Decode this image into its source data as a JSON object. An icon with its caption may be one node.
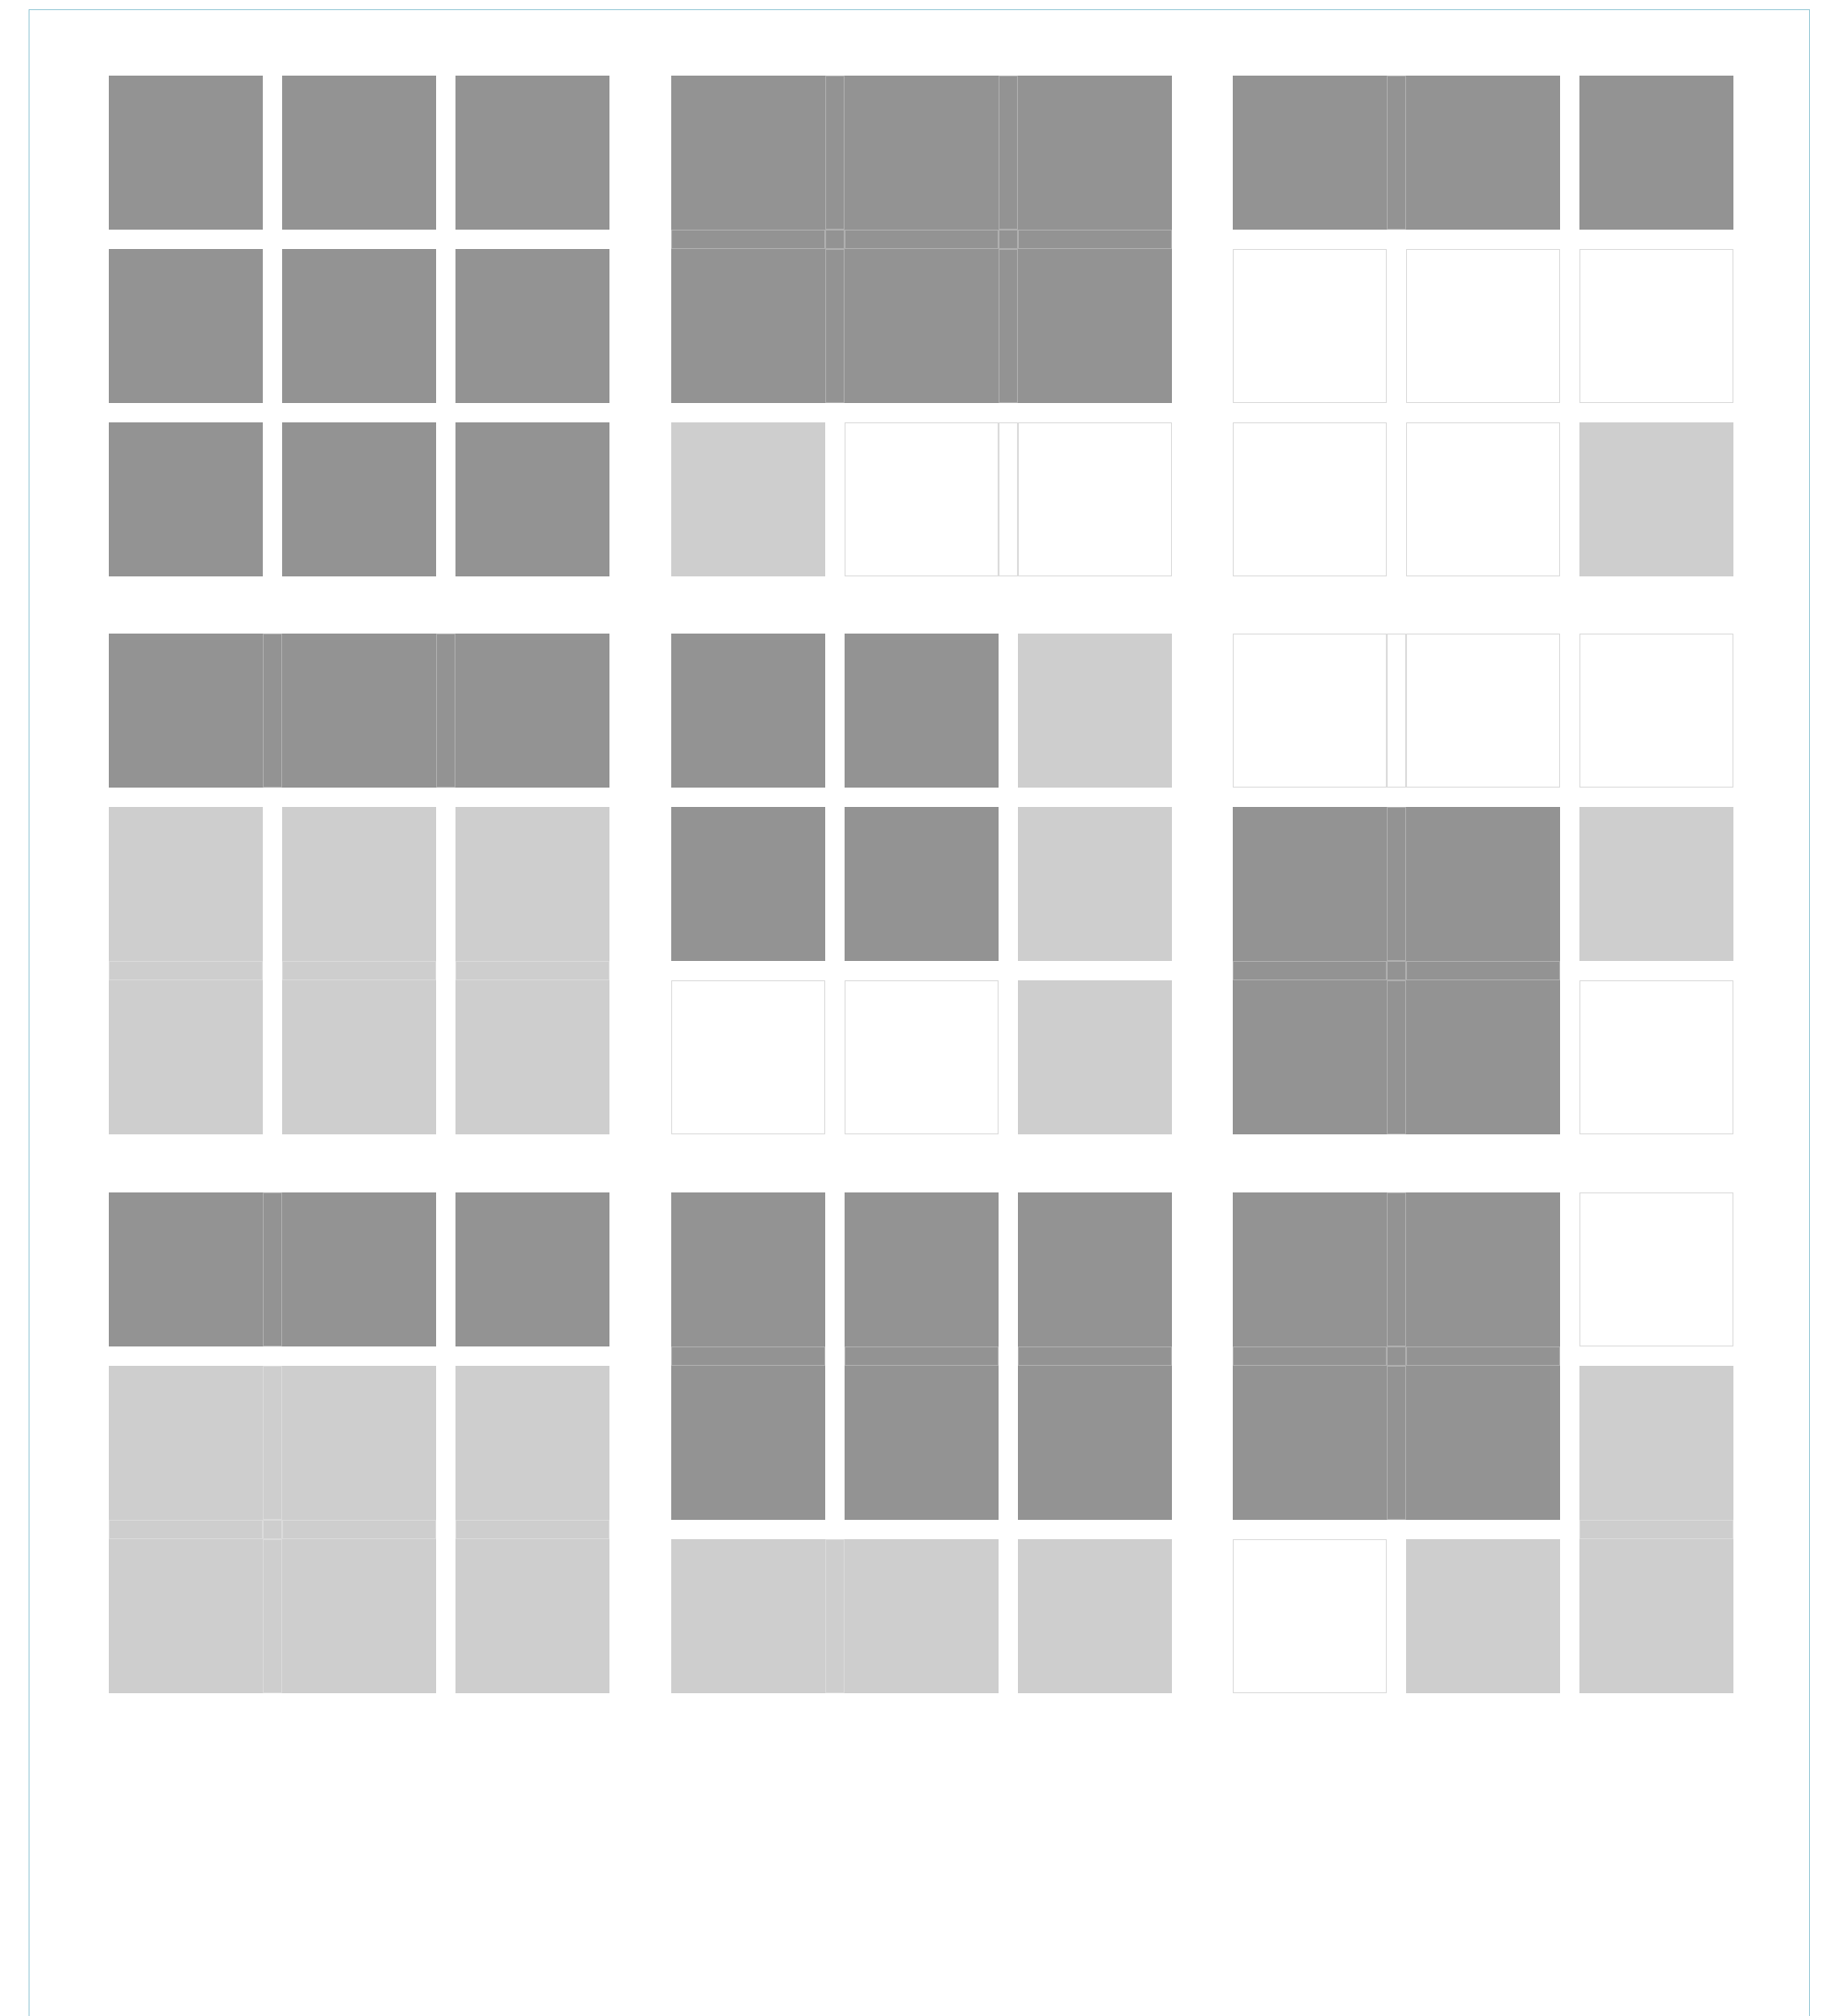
{
  "diagram": {
    "nodes": [
      {
        "text": [],
        "shape": "box"
      },
      {
        "text": [],
        "shape": "box"
      },
      {
        "text": [],
        "shape": "box"
      },
      {
        "text": [],
        "shape": "box"
      },
      {
        "text": [],
        "shape": "box"
      },
      {
        "text": [],
        "shape": "box"
      },
      {
        "text": [],
        "shape": "box"
      },
      {
        "text": [],
        "shape": "box"
      },
      {
        "text": [],
        "shape": "box"
      },
      {
        "text": [],
        "shape": "box"
      },
      {
        "text": [],
        "shape": "box"
      },
      {
        "text": [],
        "shape": "box"
      },
      {
        "text": [],
        "shape": "box"
      },
      {
        "text": [],
        "shape": "box"
      },
      {
        "text": [],
        "shape": "box"
      },
      {
        "text": [],
        "shape": "box"
      },
      {
        "text": [],
        "shape": "box"
      },
      {
        "text": [],
        "shape": "box"
      },
      {
        "text": [],
        "shape": "box"
      },
      {
        "text": [],
        "shape": "box"
      },
      {
        "text": [],
        "shape": "box"
      },
      {
        "text": [],
        "shape": "box"
      },
      {
        "text": [],
        "shape": "box"
      },
      {
        "text": [],
        "shape": "box"
      },
      {
        "text": [],
        "shape": "box"
      },
      {
        "text": [],
        "shape": "box"
      },
      {
        "text": [],
        "shape": "box"
      },
      {
        "text": [],
        "shape": "box"
      },
      {
        "text": [],
        "shape": "box"
      },
      {
        "text": [],
        "shape": "box"
      },
      {
        "text": [],
        "shape": "box"
      },
      {
        "text": [],
        "shape": "box"
      },
      {
        "text": [],
        "shape": "box"
      },
      {
        "text": [],
        "shape": "box"
      },
      {
        "text": [],
        "shape": "box"
      },
      {
        "text": [],
        "shape": "box"
      },
      {
        "text": [],
        "shape": "box"
      },
      {
        "text": [],
        "shape": "box"
      },
      {
        "text": [],
        "shape": "box"
      },
      {
        "text": [],
        "shape": "box"
      },
      {
        "text": [],
        "shape": "box"
      },
      {
        "text": [],
        "shape": "box"
      },
      {
        "text": [],
        "shape": "box"
      },
      {
        "text": [],
        "shape": "box"
      },
      {
        "text": [],
        "shape": "box"
      },
      {
        "text": [],
        "shape": "box"
      },
      {
        "text": [],
        "shape": "box"
      },
      {
        "text": [],
        "shape": "box"
      },
      {
        "text": [],
        "shape": "box"
      },
      {
        "text": [],
        "shape": "box"
      },
      {
        "text": [],
        "shape": "box"
      },
      {
        "text": [],
        "shape": "box"
      },
      {
        "text": [],
        "shape": "box"
      },
      {
        "text": [],
        "shape": "box"
      },
      {
        "text": [],
        "shape": "box"
      },
      {
        "text": [],
        "shape": "box"
      },
      {
        "text": [],
        "shape": "box"
      },
      {
        "text": [],
        "shape": "box"
      },
      {
        "text": [],
        "shape": "box"
      },
      {
        "text": [],
        "shape": "box"
      },
      {
        "text": [],
        "shape": "box"
      },
      {
        "text": [],
        "shape": "box"
      },
      {
        "text": [],
        "shape": "box"
      },
      {
        "text": [],
        "shape": "box"
      },
      {
        "text": [],
        "shape": "box"
      },
      {
        "text": [],
        "shape": "box"
      },
      {
        "text": [],
        "shape": "box"
      },
      {
        "text": [],
        "shape": "box"
      },
      {
        "text": [],
        "shape": "box"
      },
      {
        "text": [],
        "shape": "box"
      },
      {
        "text": [],
        "shape": "box"
      },
      {
        "text": [],
        "shape": "box"
      },
      {
        "text": [],
        "shape": "box"
      },
      {
        "text": [],
        "shape": "box"
      },
      {
        "text": [],
        "shape": "box"
      },
      {
        "text": [],
        "shape": "box"
      },
      {
        "text": [],
        "shape": "box"
      },
      {
        "text": [],
        "shape": "box"
      },
      {
        "text": [],
        "shape": "box"
      },
      {
        "text": [],
        "shape": "box"
      },
      {
        "text": [],
        "shape": "box"
      }
    ]
  }
}
